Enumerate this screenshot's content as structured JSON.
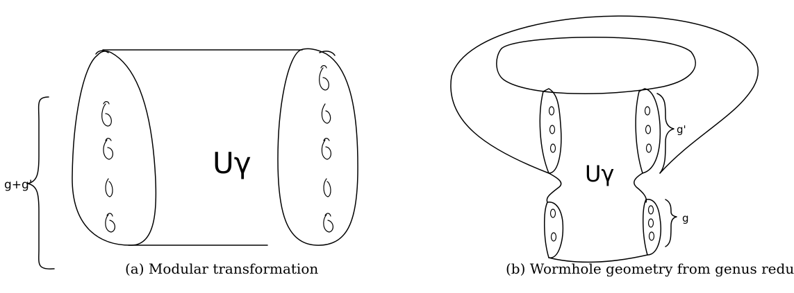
{
  "panel_a": {
    "brace_label": "g+g'",
    "interior_label": "Uγ",
    "caption": "(a) Modular transformation"
  },
  "panel_b": {
    "upper_brace_label": "g'",
    "lower_brace_label": "g",
    "interior_label": "Uγ",
    "caption": "(b) Wormhole geometry from genus reduction"
  }
}
